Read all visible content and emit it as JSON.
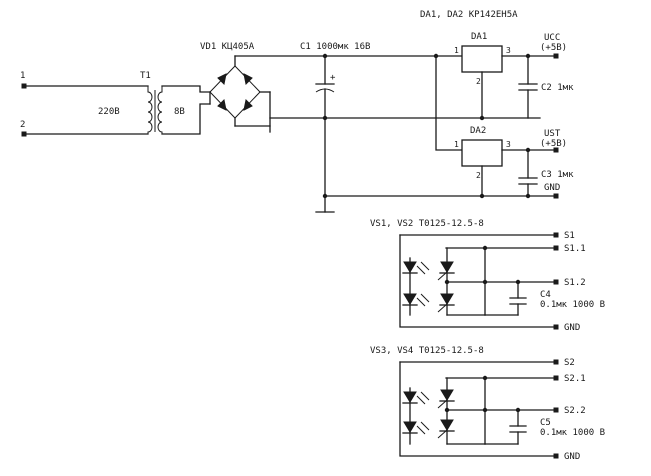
{
  "labels": {
    "da_header": "DA1, DA2 KP142EH5A",
    "vd1": "VD1 KЦ405A",
    "c1": "C1 1000мк 16В",
    "t1": "T1",
    "input_1": "1",
    "input_2": "2",
    "primary": "220В",
    "secondary": "8В",
    "da1": "DA1",
    "da2": "DA2",
    "da1_pin1": "1",
    "da1_pin2": "2",
    "da1_pin3": "3",
    "da2_pin1": "1",
    "da2_pin2": "2",
    "da2_pin3": "3",
    "ucc": "UCC",
    "ucc_val": "(+5B)",
    "ust": "UST",
    "ust_val": "(+5B)",
    "c2": "C2 1мк",
    "c3": "C3 1мк",
    "gnd_top": "GND",
    "c1_plus": "+",
    "vs12": "VS1, VS2 T0125-12.5-8",
    "s1": "S1",
    "s1_1": "S1.1",
    "s1_2": "S1.2",
    "c4": "C4",
    "c4_val": "0.1мк 1000 В",
    "gnd_mid": "GND",
    "vs34": "VS3, VS4 T0125-12.5-8",
    "s2": "S2",
    "s2_1": "S2.1",
    "s2_2": "S2.2",
    "c5": "C5",
    "c5_val": "0.1мк 1000 В",
    "gnd_bot": "GND"
  }
}
